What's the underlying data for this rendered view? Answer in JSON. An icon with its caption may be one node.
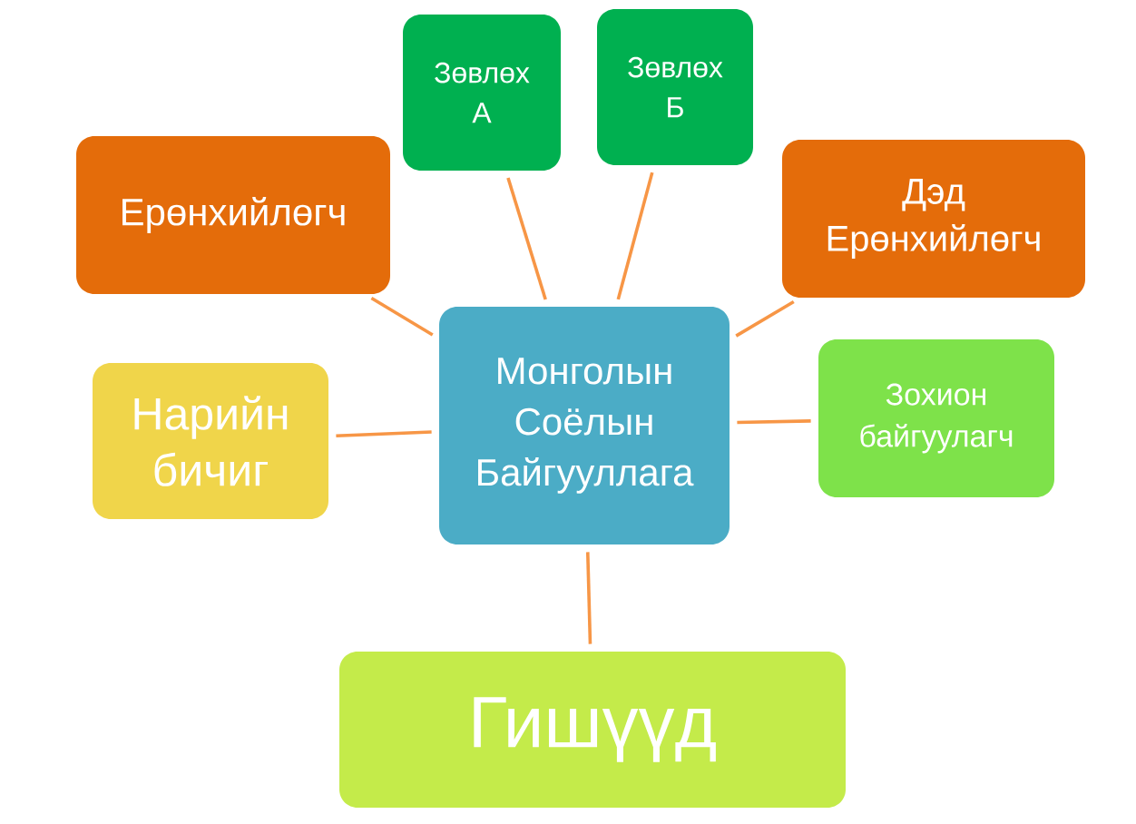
{
  "diagram": {
    "nodes": [
      {
        "text": [
          "Зөвлөх А"
        ]
      },
      {
        "text": [
          "Зөвлөх Б"
        ]
      },
      {
        "text": [
          "Ерөнхийлөгч"
        ]
      },
      {
        "text": [
          "Дэд Ерөнхийлөгч"
        ]
      },
      {
        "text": [
          "Нарийн бичиг"
        ]
      },
      {
        "text": [
          "Монголын Соёлын Байгууллага"
        ]
      },
      {
        "text": [
          "Зохион байгуулагч"
        ]
      },
      {
        "text": [
          "Гишүүд"
        ]
      }
    ],
    "edges": [
      {
        "from": 5,
        "to": 0,
        "arrow": "none"
      },
      {
        "from": 5,
        "to": 1,
        "arrow": "none"
      },
      {
        "from": 5,
        "to": 2,
        "arrow": "none"
      },
      {
        "from": 5,
        "to": 3,
        "arrow": "none"
      },
      {
        "from": 5,
        "to": 4,
        "arrow": "none"
      },
      {
        "from": 5,
        "to": 6,
        "arrow": "none"
      },
      {
        "from": 5,
        "to": 7,
        "arrow": "none"
      }
    ]
  }
}
